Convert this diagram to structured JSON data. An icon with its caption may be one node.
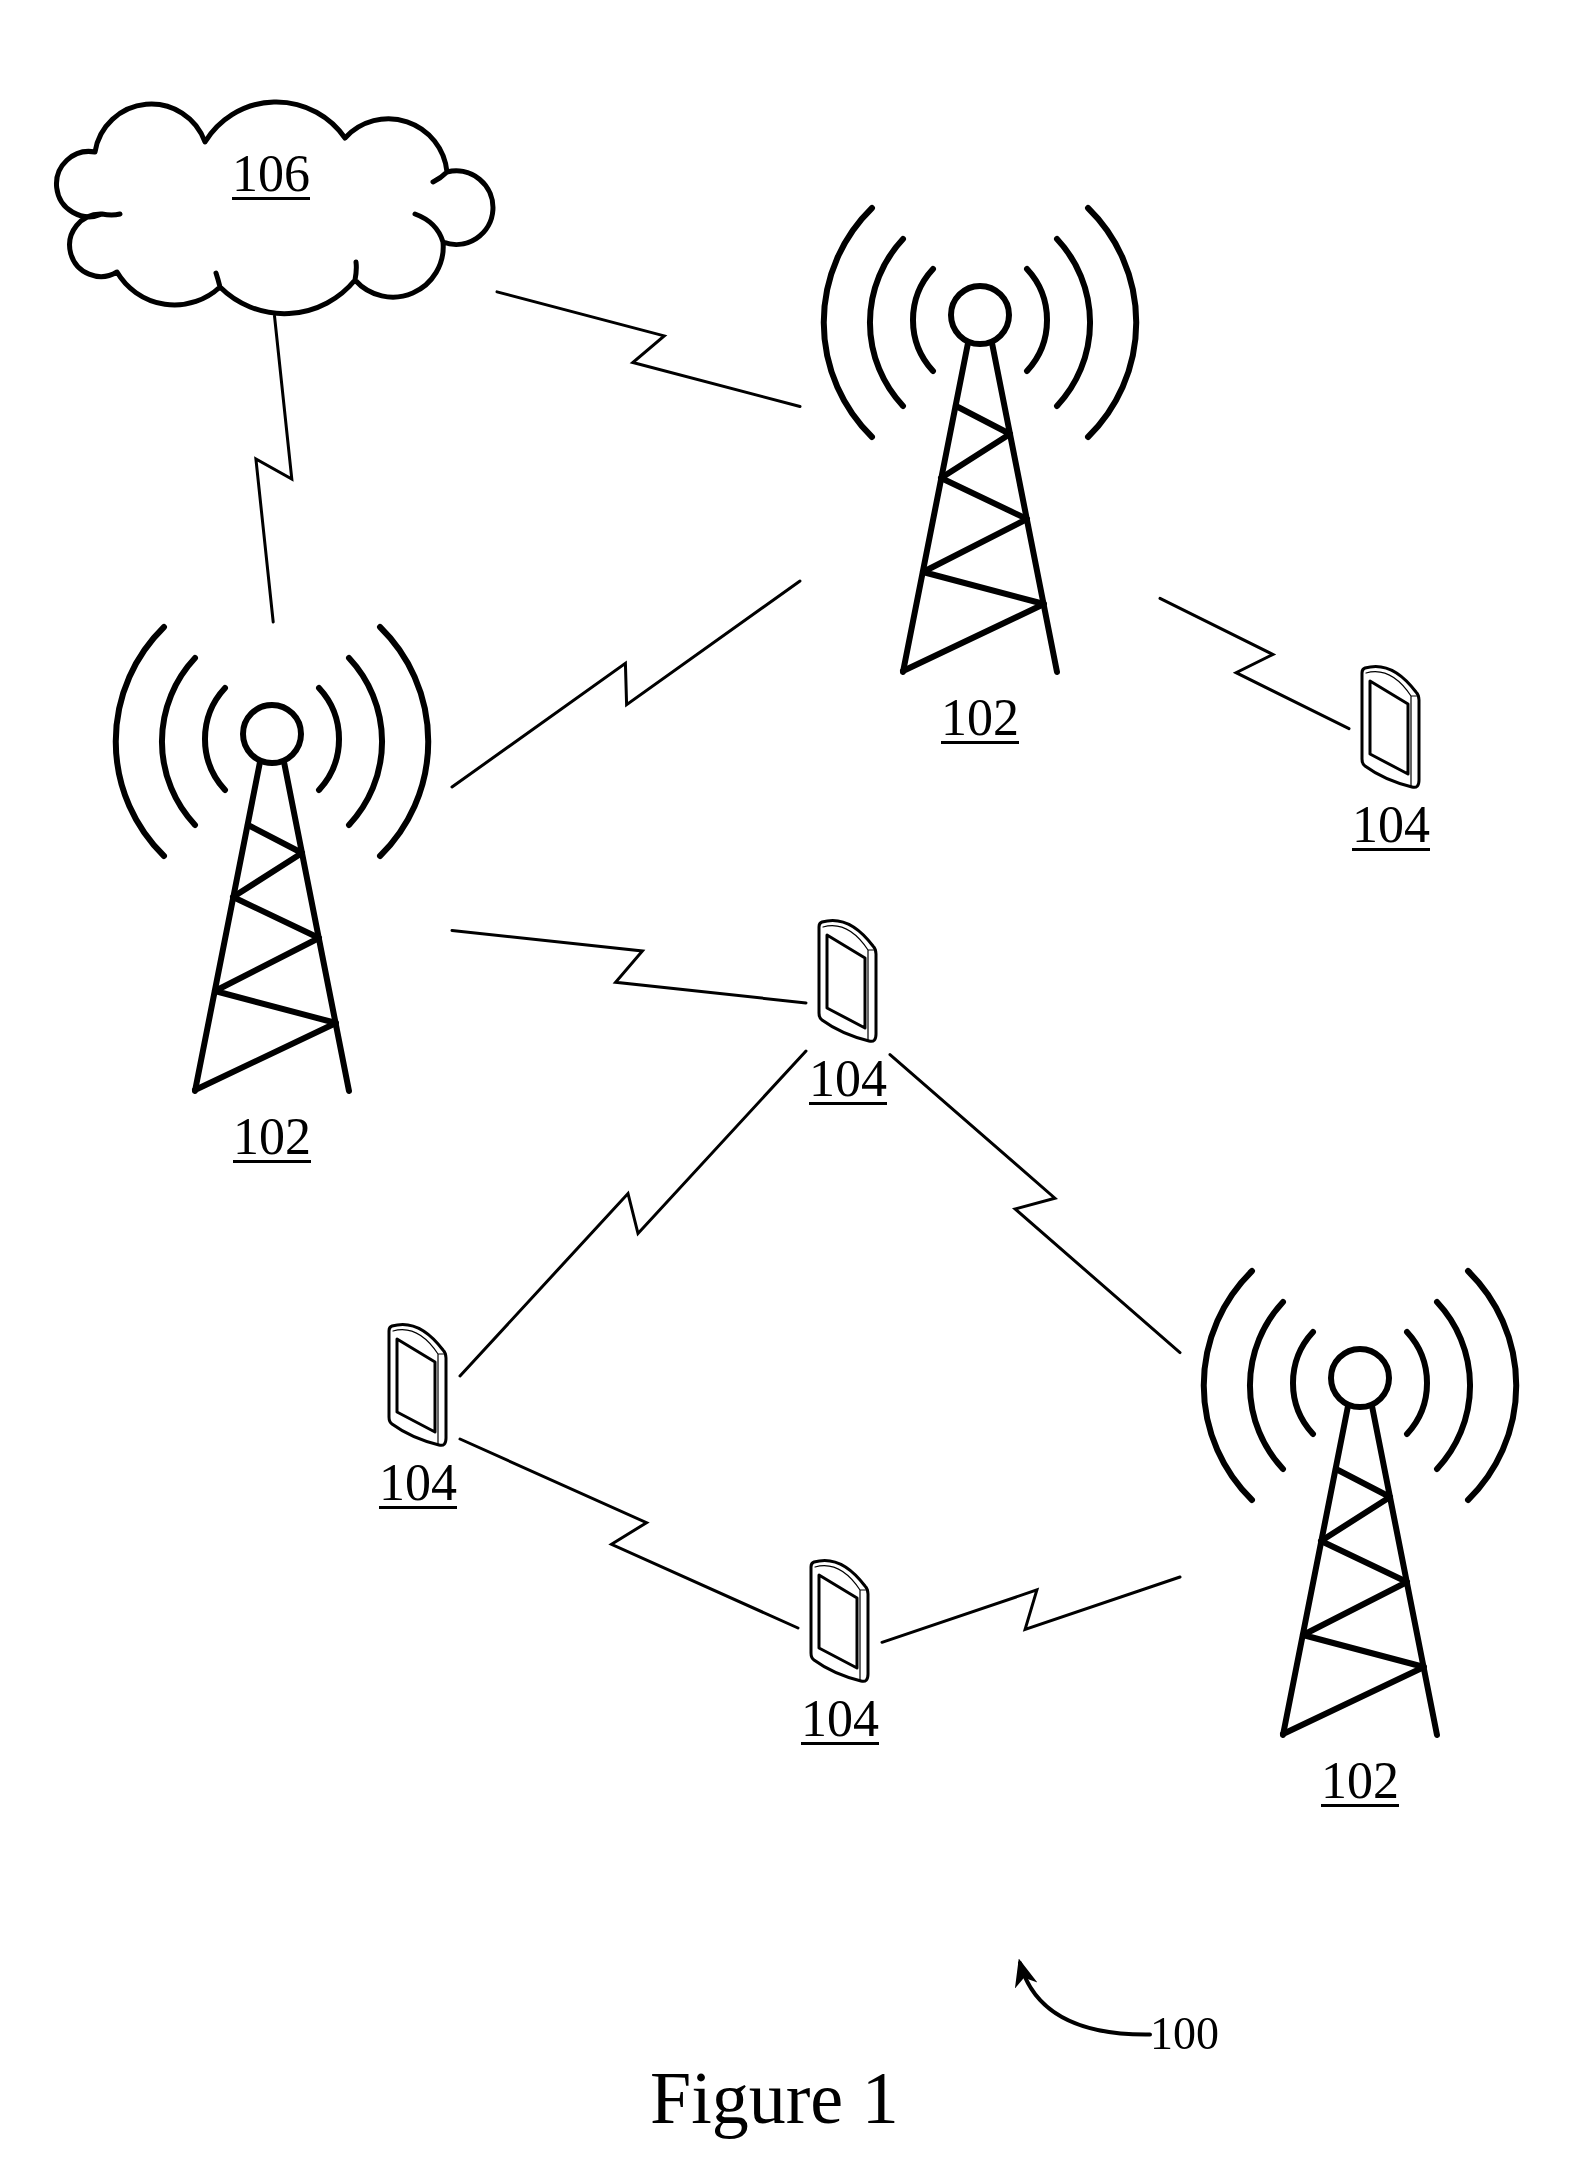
{
  "diagram": {
    "caption": "Figure 1",
    "nodes": [
      {
        "text": [
          "106"
        ]
      },
      {
        "text": [
          "102"
        ]
      },
      {
        "text": [
          "104"
        ]
      },
      {
        "text": [
          "102"
        ]
      },
      {
        "text": [
          "104"
        ]
      },
      {
        "text": [
          "104"
        ]
      },
      {
        "text": [
          "102"
        ]
      },
      {
        "text": [
          "104"
        ]
      },
      {
        "text": [
          "100"
        ]
      }
    ],
    "edges": [
      {
        "from": 0,
        "to": 1,
        "arrow": "none"
      },
      {
        "from": 0,
        "to": 3,
        "arrow": "none"
      },
      {
        "from": 1,
        "to": 3,
        "arrow": "none"
      },
      {
        "from": 1,
        "to": 2,
        "arrow": "none"
      },
      {
        "from": 3,
        "to": 4,
        "arrow": "none"
      },
      {
        "from": 4,
        "to": 6,
        "arrow": "none"
      },
      {
        "from": 4,
        "to": 5,
        "arrow": "none"
      },
      {
        "from": 5,
        "to": 7,
        "arrow": "none"
      },
      {
        "from": 7,
        "to": 6,
        "arrow": "none"
      },
      {
        "from": 8,
        "to": null,
        "arrow": "to"
      }
    ]
  }
}
